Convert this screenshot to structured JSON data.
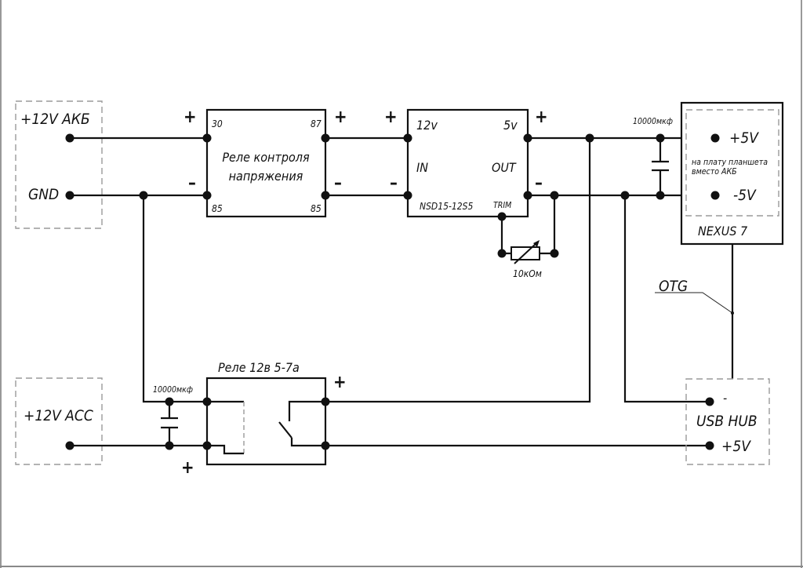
{
  "title": "Power supply wiring diagram for NEXUS 7 tablet in car",
  "sources": {
    "battery": {
      "label": "+12V АКБ",
      "gnd_label": "GND"
    },
    "acc": {
      "label": "+12V ACC"
    }
  },
  "voltage_relay": {
    "title_line1": "Реле контроля",
    "title_line2": "напряжения",
    "pin_in_plus": "30",
    "pin_out_plus": "87",
    "pin_in_minus": "85",
    "pin_out_minus": "85"
  },
  "dcdc": {
    "in_voltage": "12v",
    "out_voltage": "5v",
    "in_label": "IN",
    "out_label": "OUT",
    "model": "NSD15-12S5",
    "trim_label": "TRIM"
  },
  "trim_resistor": {
    "label": "10кОм"
  },
  "capacitor_top": {
    "label": "10000мкф"
  },
  "capacitor_bottom": {
    "label": "10000мкф"
  },
  "tablet": {
    "name": "NEXUS 7",
    "plus_label": "+5V",
    "minus_label": "-5V",
    "note_line1": "на плату планшета",
    "note_line2": "вместо АКБ"
  },
  "acc_relay": {
    "title": "Реле 12в 5-7а"
  },
  "usb_hub": {
    "name": "USB HUB",
    "minus_label": "-",
    "plus_label": "+5V"
  },
  "otg_label": "OTG",
  "signs": {
    "plus": "+",
    "minus": "–"
  }
}
